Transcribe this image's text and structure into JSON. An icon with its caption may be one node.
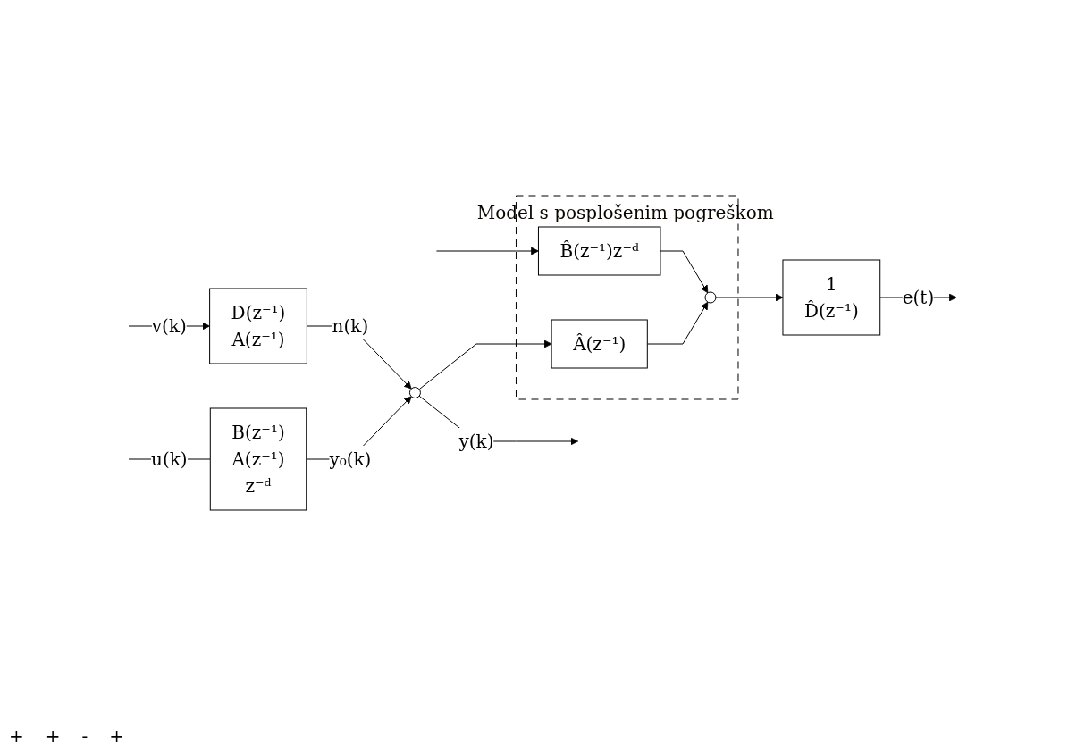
{
  "diagram": {
    "nodes": [
      {
        "text": [
          "D(z⁻¹)",
          "A(z⁻¹)"
        ]
      },
      {
        "text": [
          "B(z⁻¹)",
          "A(z⁻¹)",
          "z⁻ᵈ"
        ]
      },
      {
        "text": [],
        "shape": "circle"
      },
      {
        "text": [
          "Model s posplošenim pogreškom"
        ]
      },
      {
        "text": [
          "B̂(z⁻¹)z⁻ᵈ"
        ],
        "in": 3
      },
      {
        "text": [],
        "shape": "circle",
        "in": 3
      },
      {
        "text": [
          "Â(z⁻¹)"
        ],
        "in": 3
      },
      {
        "text": [
          "1",
          "D̂(z⁻¹)"
        ]
      }
    ],
    "edges": [
      {
        "from": null,
        "to": 0,
        "arrow": "to",
        "label": "v(k)"
      },
      {
        "from": 0,
        "to": 2,
        "arrow": "to",
        "label": "n(k)"
      },
      {
        "from": null,
        "to": 1,
        "arrow": "none",
        "label": "u(k)"
      },
      {
        "from": null,
        "to": 4,
        "arrow": "to"
      },
      {
        "from": 1,
        "to": 2,
        "arrow": "to",
        "label": "y₀(k)"
      },
      {
        "from": 2,
        "to": null,
        "arrow": "to",
        "label": "y(k)"
      },
      {
        "from": 2,
        "to": 6,
        "arrow": "to"
      },
      {
        "from": 4,
        "to": 5,
        "arrow": "to"
      },
      {
        "from": 6,
        "to": 5,
        "arrow": "to"
      },
      {
        "from": 5,
        "to": 7,
        "arrow": "to"
      },
      {
        "from": 7,
        "to": null,
        "arrow": "to",
        "label": "e(t)"
      }
    ],
    "labels": [
      "+",
      "+",
      "-",
      "+"
    ]
  }
}
